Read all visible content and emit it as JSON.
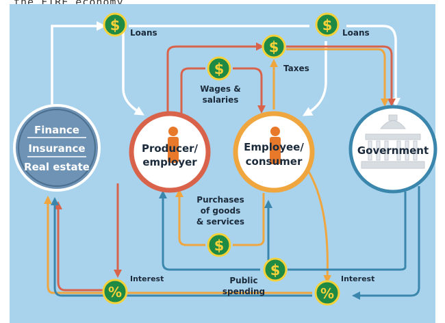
{
  "caption": "the FIRE economy",
  "nodes": {
    "fire": {
      "lines": [
        "Finance",
        "Insurance",
        "Real estate"
      ]
    },
    "producer": {
      "lines": [
        "Producer/",
        "employer"
      ]
    },
    "employee": {
      "lines": [
        "Employee/",
        "consumer"
      ]
    },
    "government": {
      "lines": [
        "Government"
      ]
    }
  },
  "flows": {
    "loans_left": "Loans",
    "loans_right": "Loans",
    "taxes": "Taxes",
    "wages": [
      "Wages &",
      "salaries"
    ],
    "purchases": [
      "Purchases",
      "of goods",
      "& services"
    ],
    "public_spending": [
      "Public",
      "spending"
    ],
    "interest_left": "Interest",
    "interest_right": "Interest"
  },
  "icons": {
    "dollar": "$",
    "percent": "%"
  },
  "colors": {
    "background": "#a9d3ec",
    "white_flow": "#ffffff",
    "red_flow": "#d9634a",
    "orange_flow": "#f0a63e",
    "blue_flow": "#3b86ad",
    "fire_fill": "#6f93b4",
    "fire_ring": "#4b6f8f",
    "producer_ring": "#d9634a",
    "employee_ring": "#f0a63e",
    "government_ring": "#3b86ad",
    "coin_green": "#1f8a43",
    "coin_yellow": "#f6d23a",
    "person": "#e8792b",
    "text_dark": "#1b2a3a"
  }
}
